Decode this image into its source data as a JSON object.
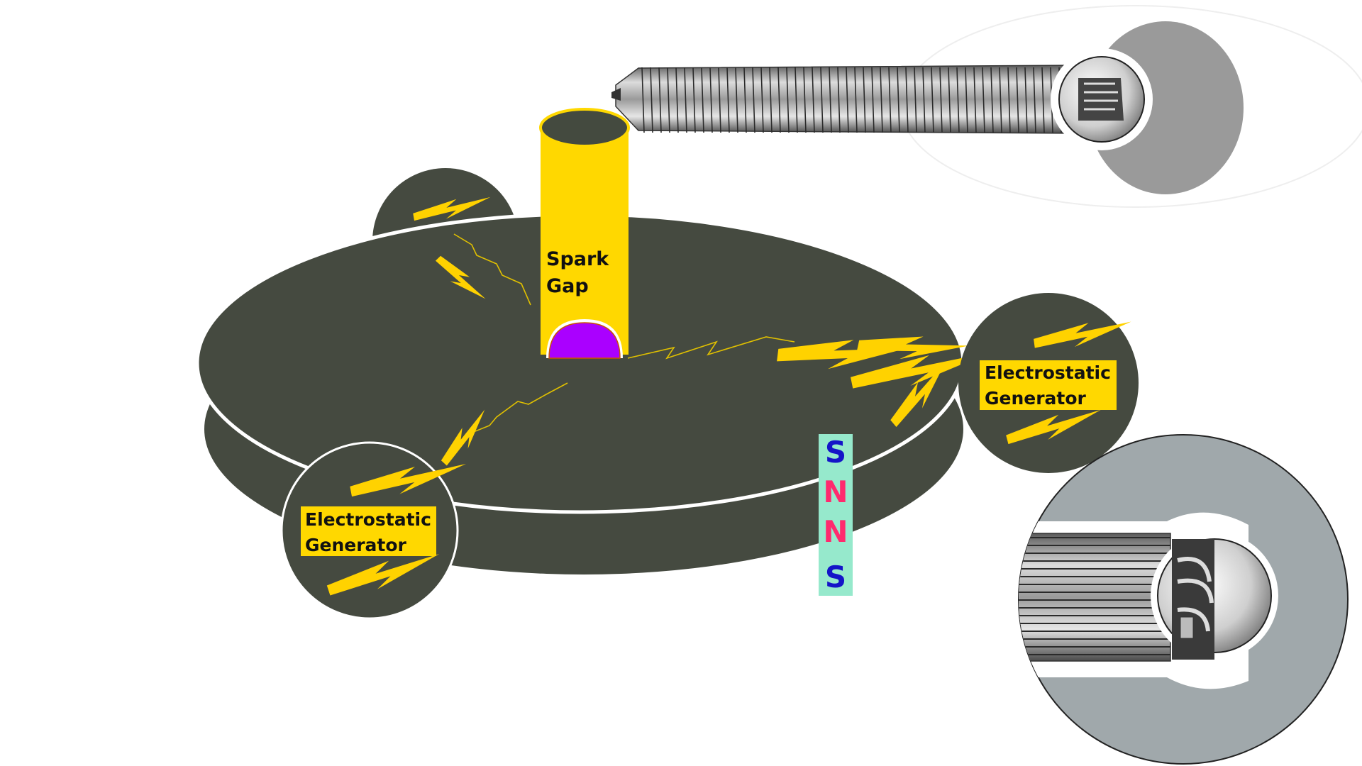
{
  "labels": {
    "spark_gap_line1": "Spark",
    "spark_gap_line2": "Gap",
    "generator_right_line1": "Electrostatic",
    "generator_right_line2": "Generator",
    "generator_left_line1": "Electrostatic",
    "generator_left_line2": "Generator"
  },
  "magnet_poles": [
    "S",
    "N",
    "N",
    "S"
  ],
  "colors": {
    "disc": "#454a40",
    "spark_gap_tube": "#ffd800",
    "spark_gap_cap": "#444a3f",
    "spark_dome": "#aa00ff",
    "label_highlight": "#ffd800",
    "lightning": "#ffd200",
    "magnet_background": "#96e9cc",
    "pole_s": "#1414c8",
    "pole_n": "#ff2a6e",
    "insert_background": "#a0a8ab",
    "top_insert_background": "#9a9a9a"
  },
  "icons": [
    "lightning-bolt-icon",
    "coil-illustration"
  ]
}
